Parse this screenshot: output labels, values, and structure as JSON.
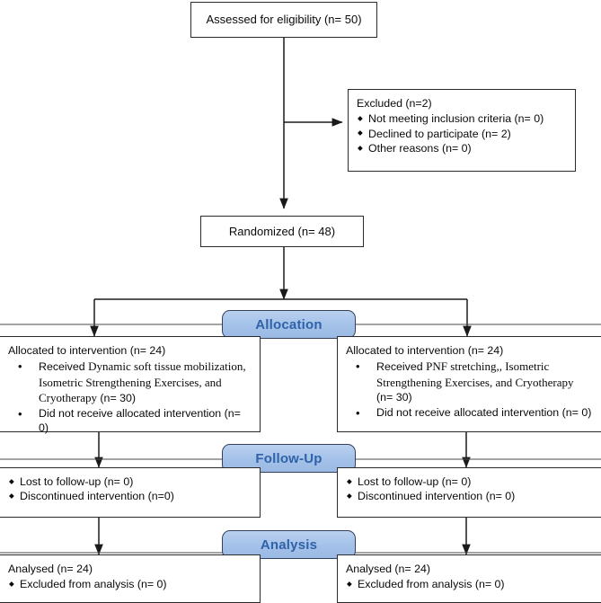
{
  "diagram": {
    "title": "CONSORT participant flow diagram",
    "banner_fill": "#a3c1e8",
    "banner_text_color": "#2f62a8",
    "line_color": "#1a1a1a"
  },
  "enrollment": {
    "assessed": "Assessed for eligibility (n= 50)",
    "excluded_header": "Excluded (n=2)",
    "excluded_items": [
      "Not meeting inclusion criteria (n= 0)",
      "Declined to participate (n= 2)",
      "Other reasons (n= 0)"
    ],
    "randomized": "Randomized (n= 48)"
  },
  "banners": {
    "allocation": "Allocation",
    "followup": "Follow-Up",
    "analysis": "Analysis"
  },
  "allocation": {
    "left": {
      "header": "Allocated to intervention (n= 24)",
      "items": [
        {
          "lead": "Received ",
          "detail": "Dynamic soft tissue mobilization, Isometric Strengthening Exercises, and Cryotherapy",
          "tail": " (n= 30)"
        },
        {
          "lead": "Did not receive allocated intervention (n= 0)",
          "detail": "",
          "tail": ""
        }
      ]
    },
    "right": {
      "header": "Allocated to intervention (n= 24)",
      "items": [
        {
          "lead": "Received ",
          "detail": "PNF stretching,, Isometric Strengthening Exercises, and Cryotherapy",
          "tail": " (n= 30)"
        },
        {
          "lead": "Did not receive allocated intervention (n= 0)",
          "detail": "",
          "tail": ""
        }
      ]
    }
  },
  "followup": {
    "left": [
      "Lost to follow-up (n= 0)",
      "Discontinued intervention (n=0)"
    ],
    "right": [
      "Lost to follow-up (n= 0)",
      "Discontinued intervention (n= 0)"
    ]
  },
  "analysis": {
    "left": {
      "header": "Analysed (n= 24)",
      "items": [
        "Excluded from analysis (n= 0)"
      ]
    },
    "right": {
      "header": "Analysed (n= 24)",
      "items": [
        "Excluded from analysis (n= 0)"
      ]
    }
  }
}
